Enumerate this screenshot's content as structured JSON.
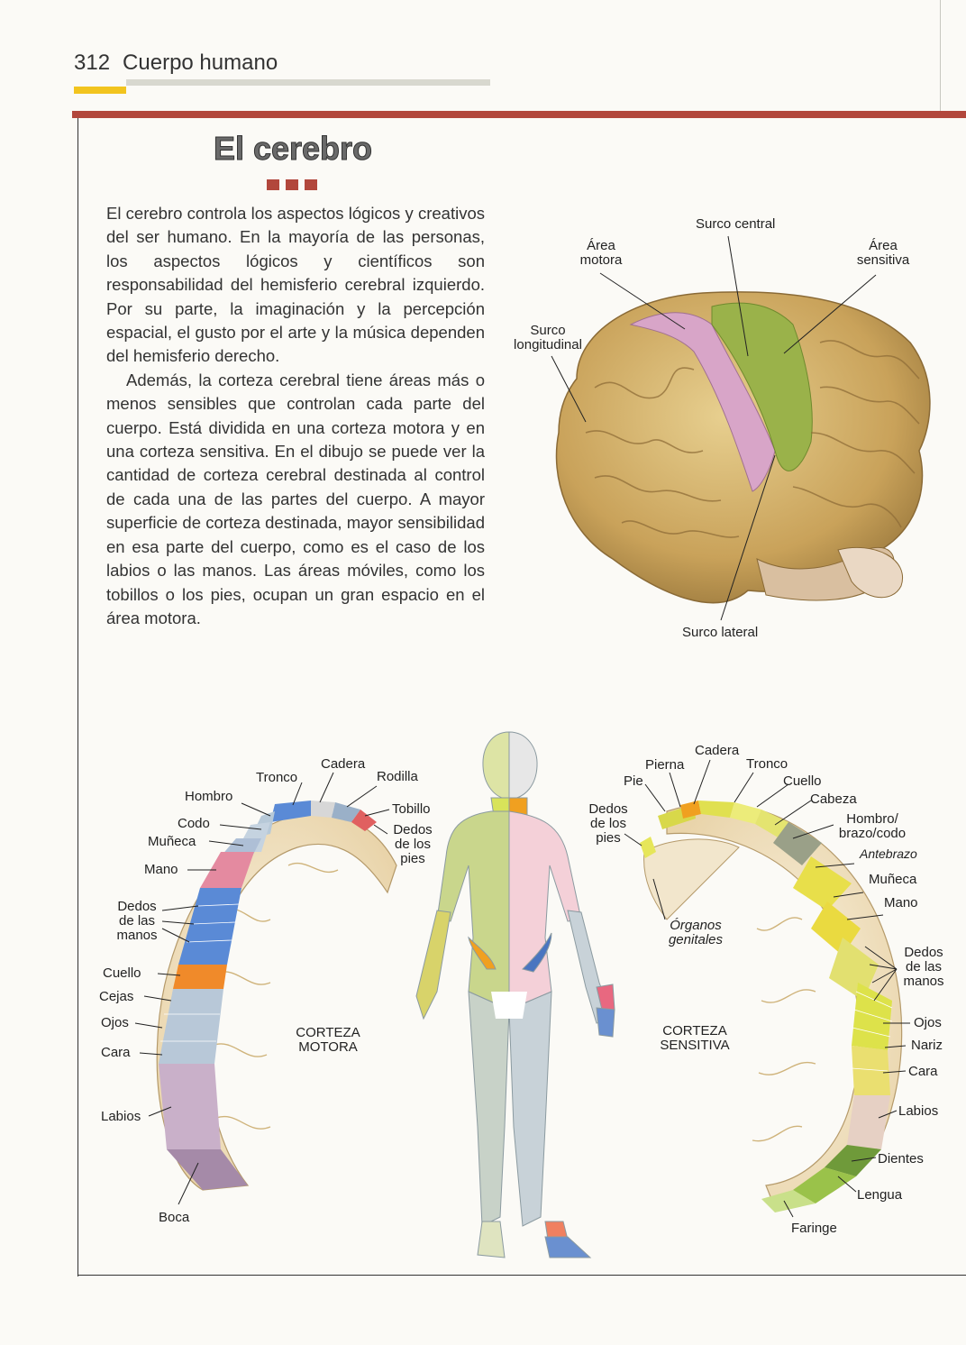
{
  "header": {
    "page_number": "312",
    "section": "Cuerpo humano"
  },
  "title": "El cerebro",
  "paragraphs": [
    "El cerebro controla los aspectos lógicos y creativos del ser humano. En la mayoría de las personas, los aspectos lógicos y científicos son responsabilidad del hemisferio cerebral izquierdo. Por su parte, la imaginación y la percepción espacial, el gusto por el arte y la música dependen del hemisferio derecho.",
    "Además, la corteza cerebral tiene áreas más o menos sensibles que controlan cada parte del cuerpo. Está dividida en una corteza motora y en una corteza sensitiva. En el dibujo se puede ver la cantidad de corteza cerebral destinada al control de cada una de las partes del cuerpo. A mayor superficie de corteza destinada, mayor sensibilidad en esa parte del cuerpo, como es el caso de los labios o las manos. Las áreas móviles, como los tobillos o los pies, ocupan un gran espacio en el área motora."
  ],
  "brain_labels": {
    "area_motora": "Área\nmotora",
    "surco_central": "Surco central",
    "area_sensitiva": "Área\nsensitiva",
    "surco_longitudinal": "Surco\nlongitudinal",
    "surco_lateral": "Surco lateral"
  },
  "motor": {
    "center_label": "CORTEZA\nMOTORA",
    "labels": {
      "cadera": "Cadera",
      "tronco": "Tronco",
      "rodilla": "Rodilla",
      "hombro": "Hombro",
      "tobillo": "Tobillo",
      "dedos_pies": "Dedos\nde los\npies",
      "codo": "Codo",
      "muneca": "Muñeca",
      "mano": "Mano",
      "dedos_manos": "Dedos\nde las\nmanos",
      "cuello": "Cuello",
      "cejas": "Cejas",
      "ojos": "Ojos",
      "cara": "Cara",
      "labios": "Labios",
      "boca": "Boca"
    }
  },
  "sensory": {
    "center_label": "CORTEZA\nSENSITIVA",
    "labels": {
      "cadera": "Cadera",
      "pierna": "Pierna",
      "tronco": "Tronco",
      "pie": "Pie",
      "cuello": "Cuello",
      "cabeza": "Cabeza",
      "dedos_pies": "Dedos\nde los\npies",
      "hombro_codo": "Hombro/\nbrazo/codo",
      "antebrazo": "Antebrazo",
      "muneca": "Muñeca",
      "mano": "Mano",
      "organos": "Órganos\ngenitales",
      "dedos_manos": "Dedos\nde las\nmanos",
      "ojos": "Ojos",
      "nariz": "Nariz",
      "cara": "Cara",
      "labios": "Labios",
      "dientes": "Dientes",
      "lengua": "Lengua",
      "faringe": "Faringe"
    }
  },
  "colors": {
    "accent_red": "#b2473c",
    "accent_yellow": "#f2c41e"
  }
}
